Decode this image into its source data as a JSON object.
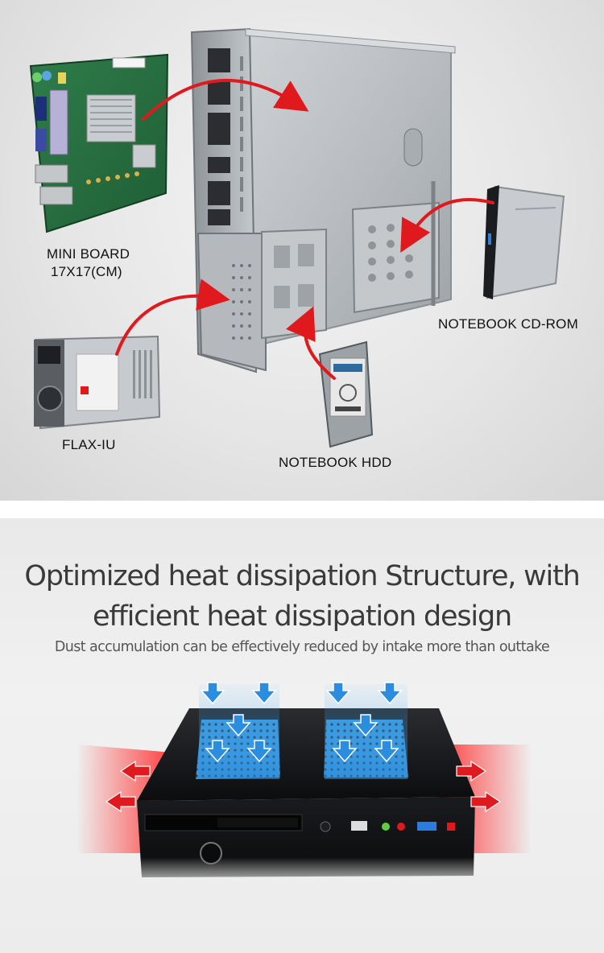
{
  "labels": {
    "mini_board_line1": "MINI BOARD",
    "mini_board_line2": "17X17(CM)",
    "cd_rom": "NOTEBOOK CD-ROM",
    "psu": "FLAX-IU",
    "hdd": "NOTEBOOK HDD"
  },
  "heading": {
    "line1": "Optimized heat dissipation Structure, with",
    "line2": "efficient heat dissipation design",
    "subtitle": "Dust accumulation can be effectively reduced by intake more than outtake"
  },
  "colors": {
    "arrow_red": "#e0191e",
    "intake_blue": "#2a8de0",
    "exhaust_red": "#ff3b3b",
    "case_black": "#111111"
  }
}
